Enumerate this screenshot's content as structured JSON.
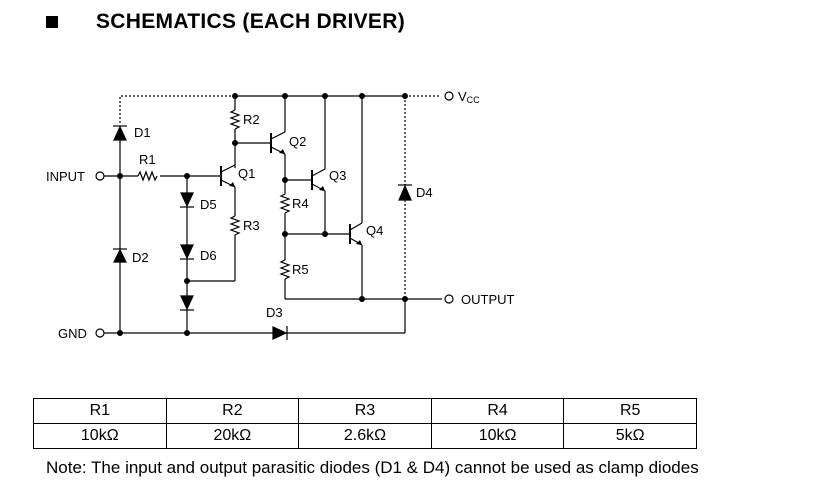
{
  "header": {
    "title": "SCHEMATICS (EACH DRIVER)"
  },
  "schematic": {
    "labels": {
      "vcc_main": "V",
      "vcc_sub": "CC",
      "input": "INPUT",
      "gnd": "GND",
      "output": "OUTPUT",
      "d1": "D1",
      "d2": "D2",
      "d3": "D3",
      "d4": "D4",
      "d5": "D5",
      "d6": "D6",
      "r1": "R1",
      "r2": "R2",
      "r3": "R3",
      "r4": "R4",
      "r5": "R5",
      "q1": "Q1",
      "q2": "Q2",
      "q3": "Q3",
      "q4": "Q4"
    }
  },
  "table": {
    "headers": [
      "R1",
      "R2",
      "R3",
      "R4",
      "R5"
    ],
    "values": [
      "10kΩ",
      "20kΩ",
      "2.6kΩ",
      "10kΩ",
      "5kΩ"
    ]
  },
  "note": "Note: The input and output parasitic diodes (D1 & D4) cannot be used as clamp diodes"
}
